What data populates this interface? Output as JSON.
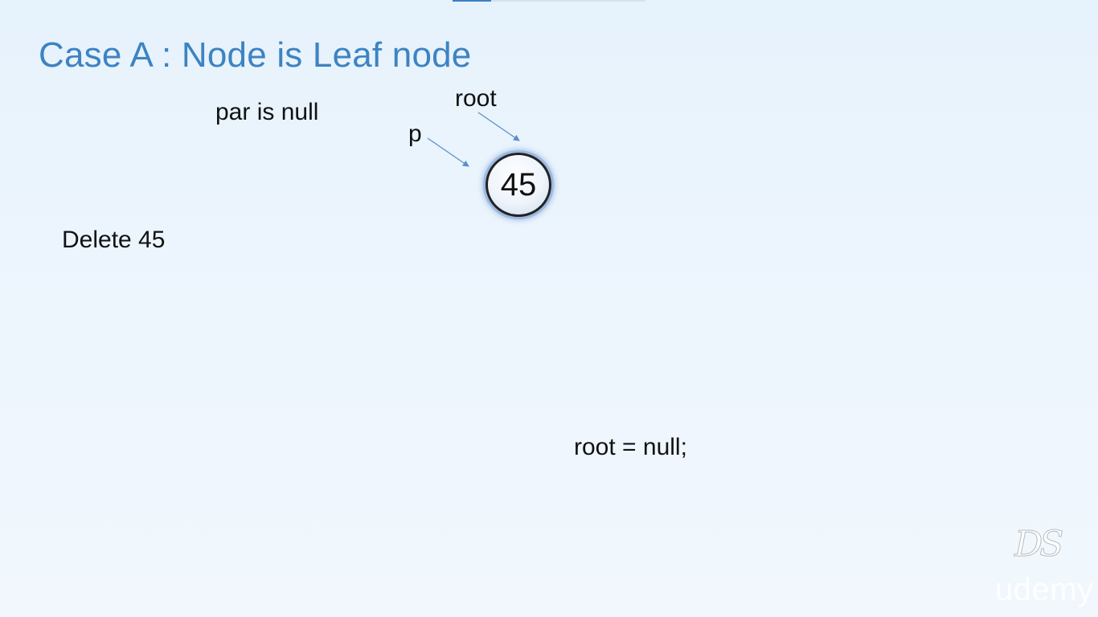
{
  "video": {
    "progress_fraction": 0.2
  },
  "slide": {
    "title": "Case A : Node is Leaf node",
    "par_note": "par is null",
    "root_pointer": "root",
    "p_pointer": "p",
    "node_value": "45",
    "operation": "Delete 45",
    "code": "root = null;"
  },
  "watermark": {
    "logo": "DS",
    "brand": "udemy"
  },
  "colors": {
    "title": "#3d83c2",
    "arrow": "#5b8fc6",
    "node_glow": "#9bb9e0"
  }
}
